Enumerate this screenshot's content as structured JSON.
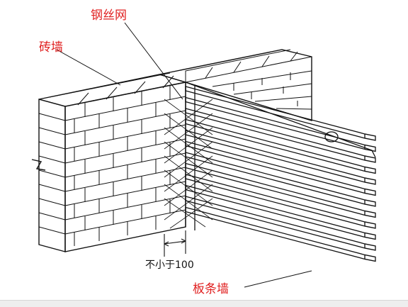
{
  "labels": {
    "wire_mesh": "钢丝网",
    "brick_wall": "砖墙",
    "min_spacing": "不小于100",
    "strip_wall": "板条墙"
  },
  "colors": {
    "line": "#111111",
    "label_red": "#e02020",
    "background": "#ffffff"
  },
  "strip_count": 12
}
